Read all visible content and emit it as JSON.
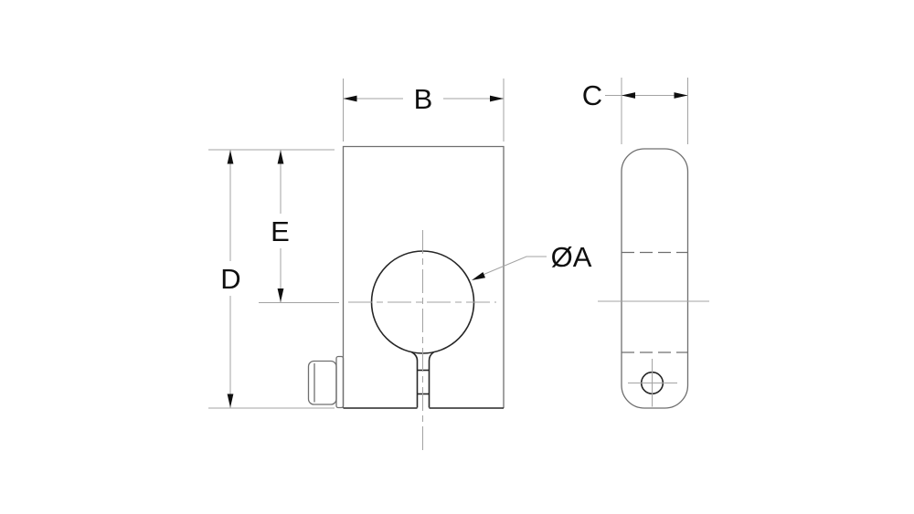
{
  "drawing_labels": {
    "front_width": "B",
    "side_thickness": "C",
    "overall_height": "D",
    "bore_center_height": "E",
    "bore_diameter": "ØA"
  },
  "colors": {
    "edge_dark": "#262626",
    "edge_light": "#6f6f6f",
    "dim_line": "#a3a3a3",
    "ink": "#0f0f0f",
    "background": "#ffffff"
  }
}
